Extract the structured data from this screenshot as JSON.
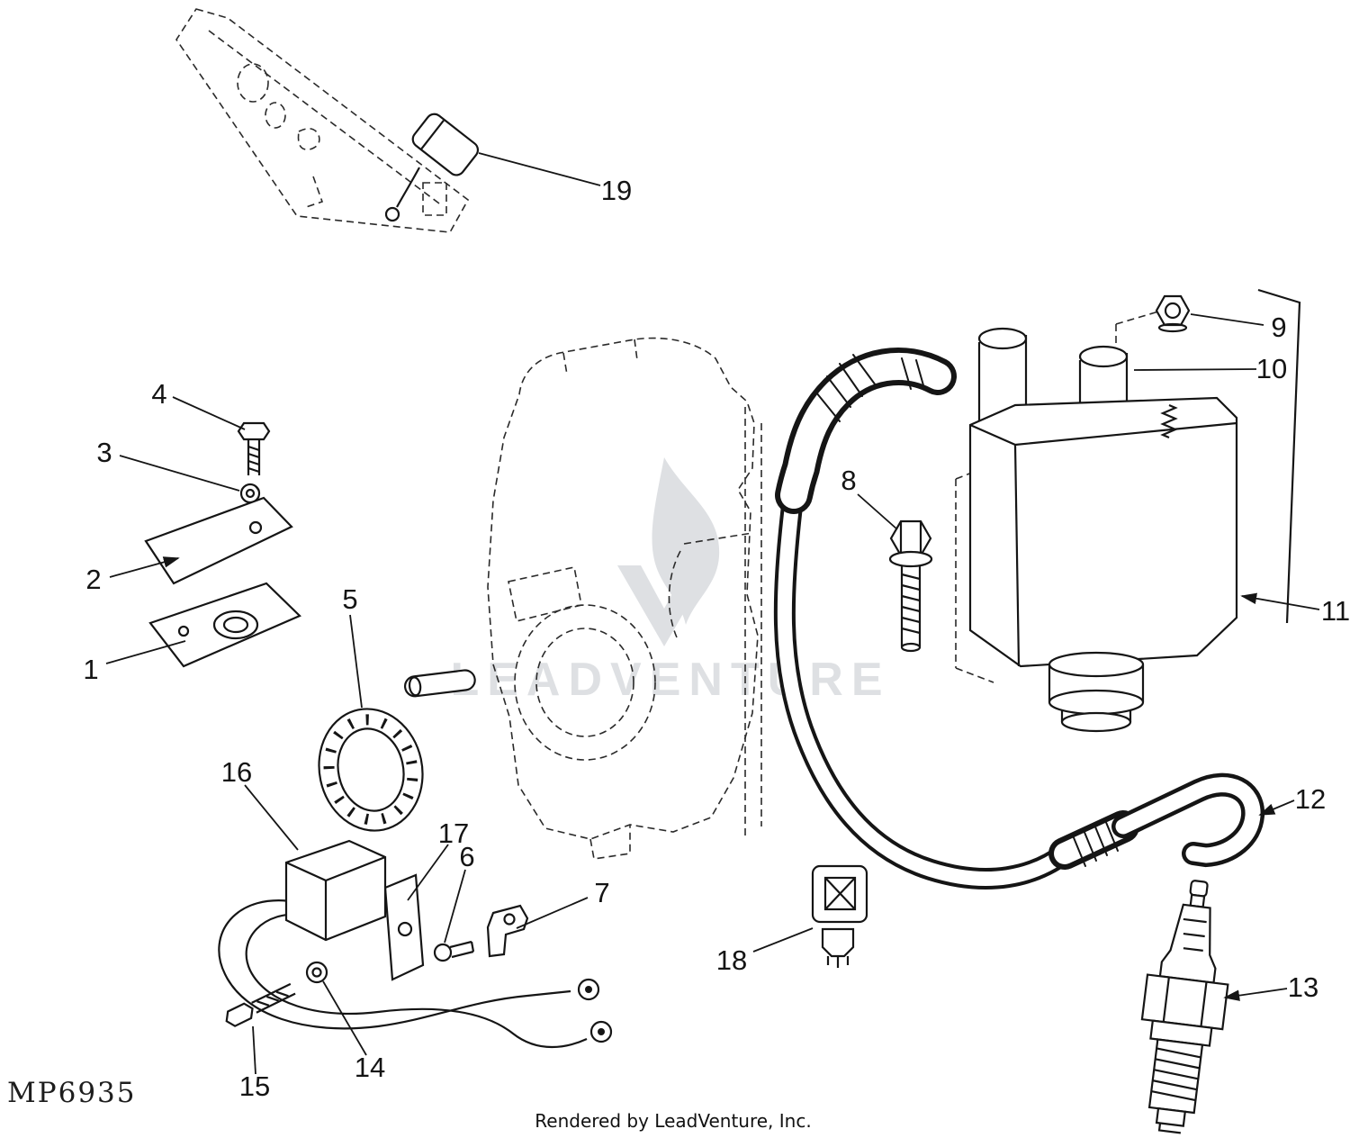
{
  "meta": {
    "diagram_code": "MP6935",
    "footer_credit": "Rendered by LeadVenture, Inc.",
    "watermark_text": "LEADVENTURE"
  },
  "colors": {
    "background": "#ffffff",
    "line": "#151515",
    "watermark": "#d3d6da"
  },
  "callouts": [
    "1",
    "2",
    "3",
    "4",
    "5",
    "6",
    "7",
    "8",
    "9",
    "10",
    "11",
    "12",
    "13",
    "14",
    "15",
    "16",
    "17",
    "18",
    "19"
  ]
}
